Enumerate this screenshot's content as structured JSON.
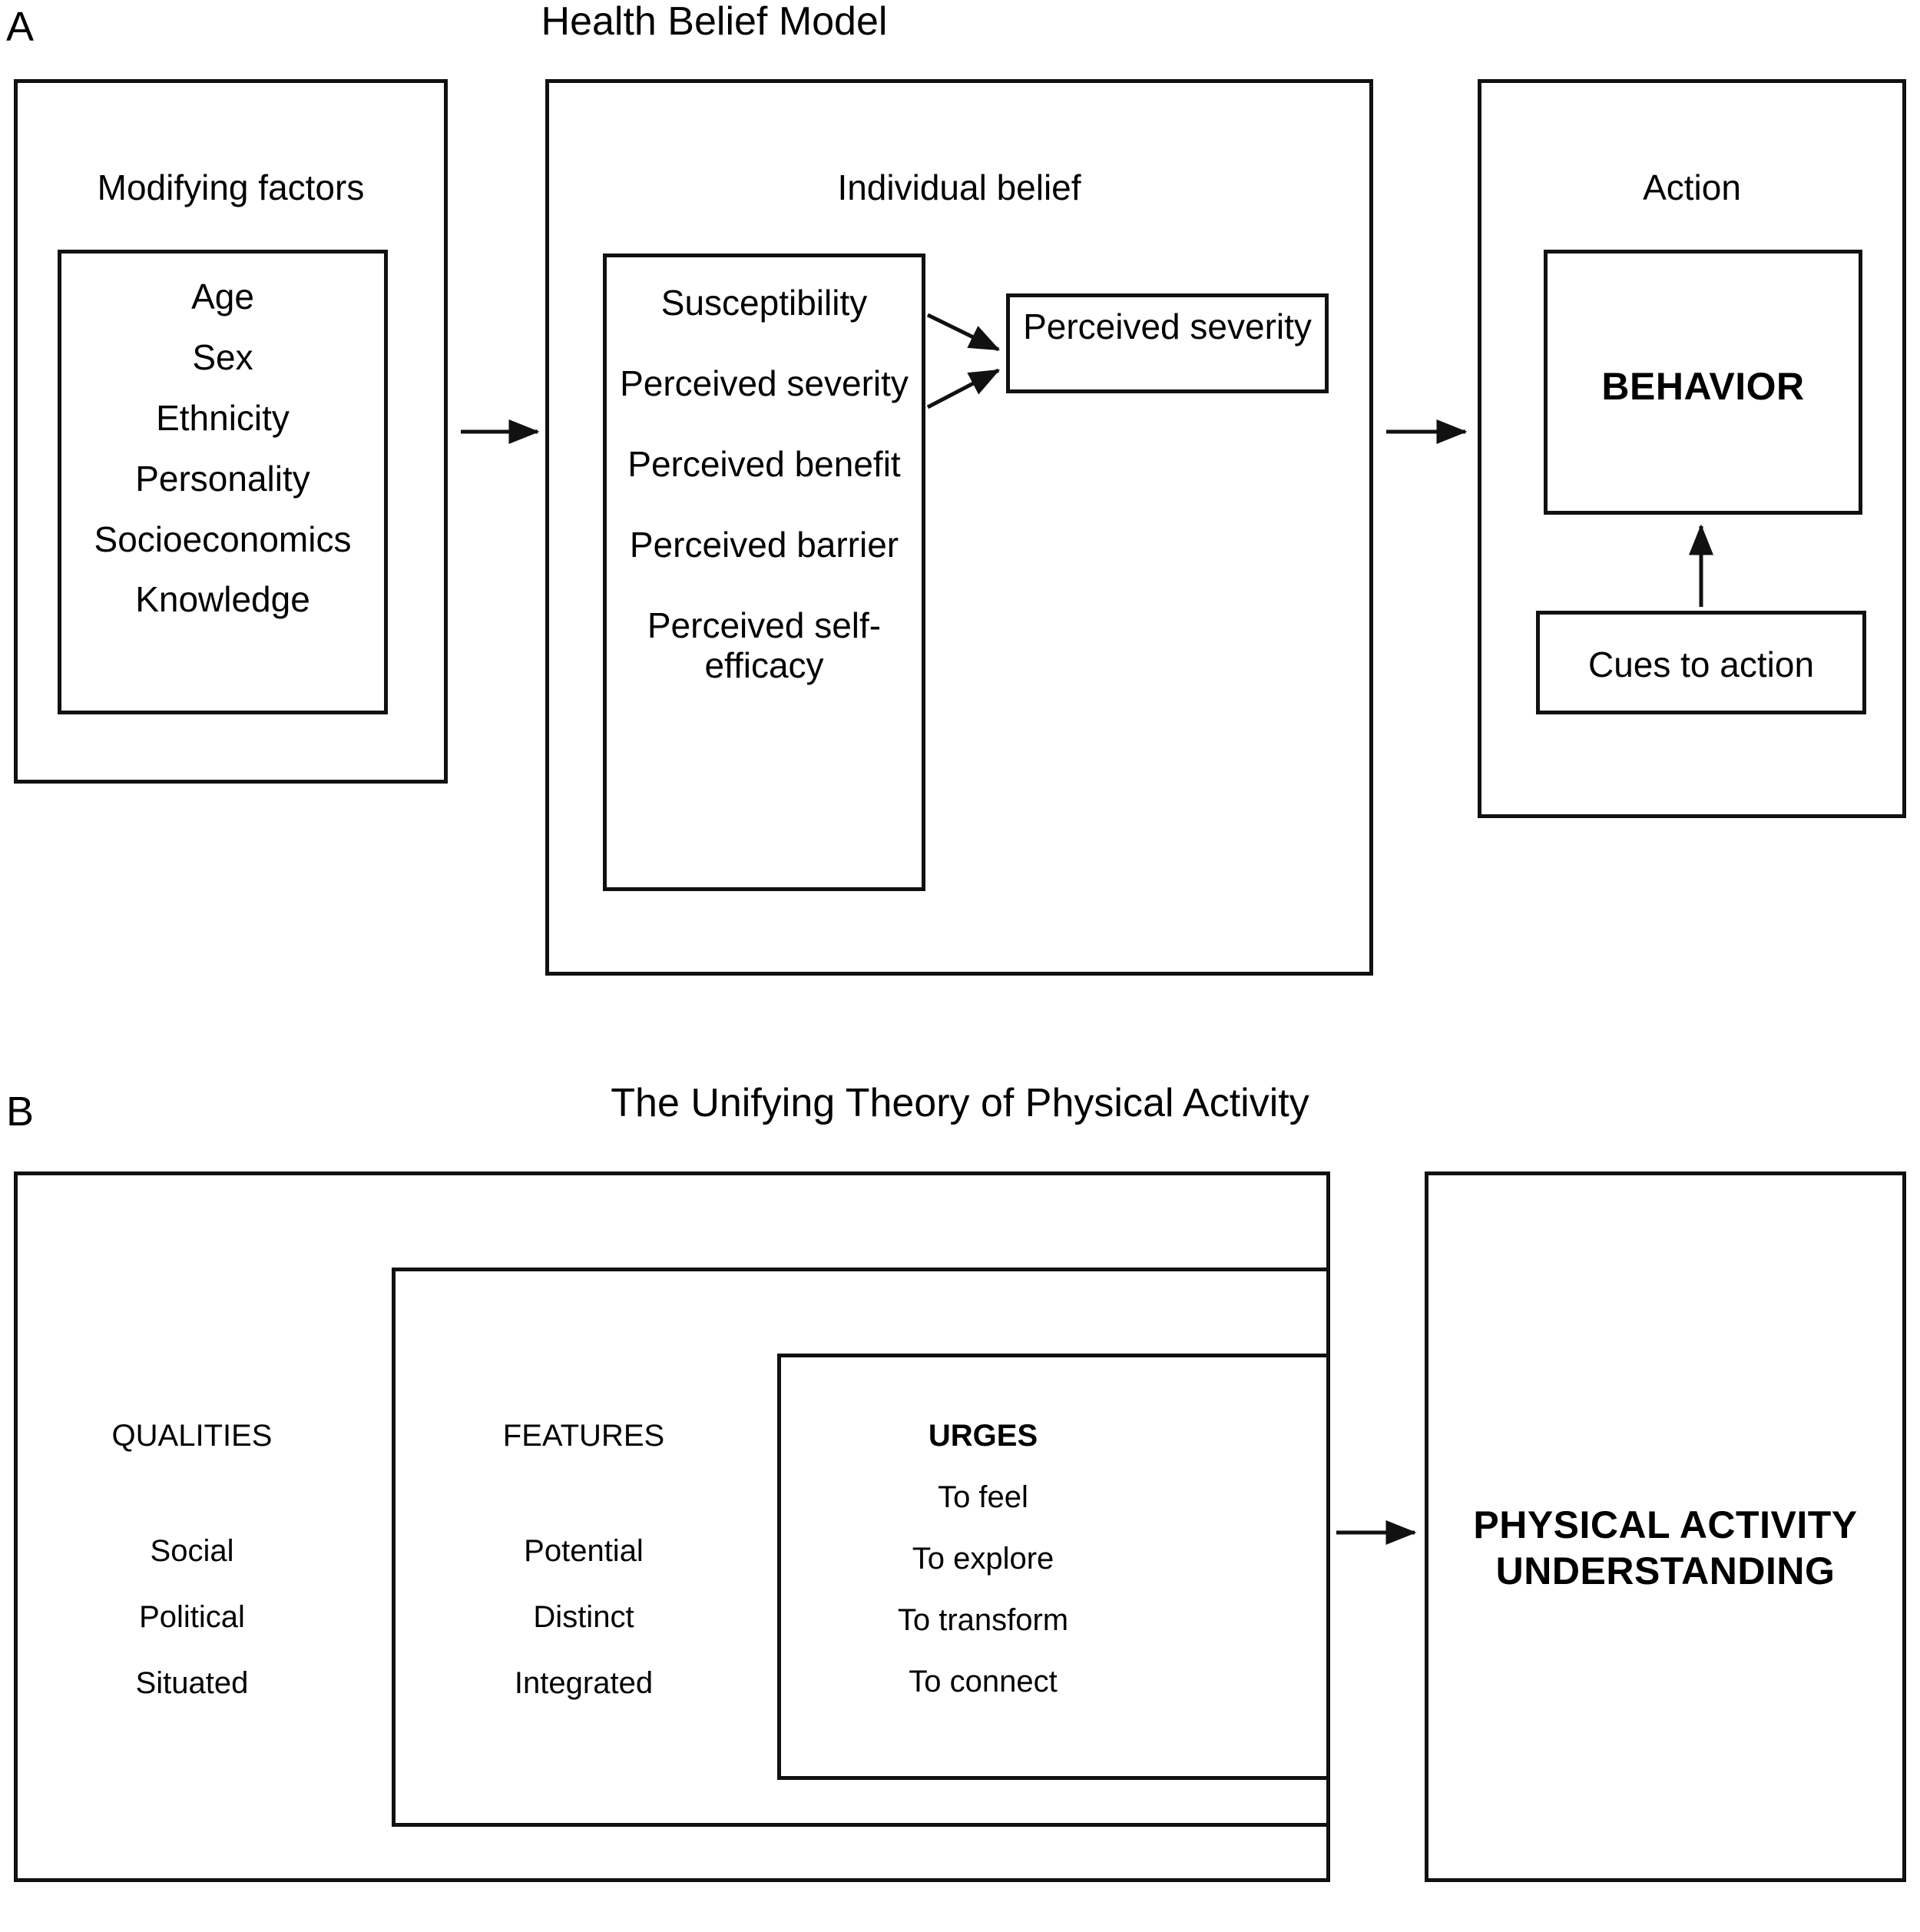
{
  "figure": {
    "background_color": "#ffffff",
    "line_color": "#111111"
  },
  "panel_a": {
    "letter": "A",
    "title": "Health Belief Model",
    "modifying_factors": {
      "heading": "Modifying factors",
      "items": [
        "Age",
        "Sex",
        "Ethnicity",
        "Personality",
        "Socioeconomics",
        "Knowledge"
      ]
    },
    "individual_belief": {
      "heading": "Individual belief",
      "items": [
        "Susceptibility",
        "Perceived severity",
        "Perceived benefit",
        "Perceived barrier",
        "Perceived self-efficacy"
      ]
    },
    "perceived_severity_box": {
      "label": "Perceived severity"
    },
    "action": {
      "heading": "Action",
      "behavior_label": "BEHAVIOR",
      "cues_label": "Cues to action"
    }
  },
  "panel_b": {
    "letter": "B",
    "title": "The Unifying Theory of Physical Activity",
    "qualities": {
      "heading": "QUALITIES",
      "items": [
        "Social",
        "Political",
        "Situated"
      ]
    },
    "features": {
      "heading": "FEATURES",
      "items": [
        "Potential",
        "Distinct",
        "Integrated"
      ]
    },
    "urges": {
      "heading": "URGES",
      "items": [
        "To feel",
        "To explore",
        "To transform",
        "To connect"
      ]
    },
    "outcome": {
      "line1": "PHYSICAL ACTIVITY",
      "line2": "UNDERSTANDING"
    }
  }
}
